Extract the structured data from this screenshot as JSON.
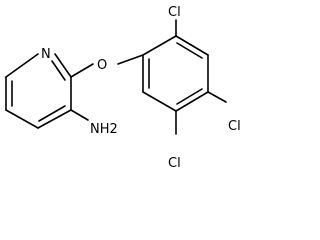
{
  "molecule": {
    "atom_labels": {
      "ring_nitrogen": "N",
      "ether_oxygen": "O",
      "amine": "NH2",
      "chlorine_2": "Cl",
      "chlorine_4": "Cl",
      "chlorine_5": "Cl"
    },
    "bond_color": "#000000",
    "label_color": "#000000"
  }
}
